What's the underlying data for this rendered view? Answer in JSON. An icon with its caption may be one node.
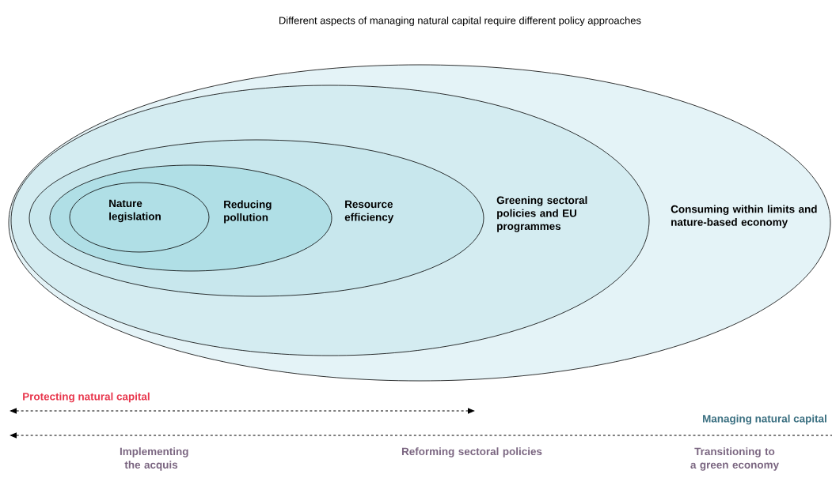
{
  "diagram": {
    "title": "Different aspects of managing natural capital require different policy approaches",
    "nodes": [
      {
        "text": [
          "Consuming within limits and nature-based economy"
        ]
      },
      {
        "text": [
          "Greening sectoral policies and EU programmes"
        ],
        "in": 0
      },
      {
        "text": [
          "Resource efficiency"
        ],
        "in": 1
      },
      {
        "text": [
          "Reducing pollution"
        ],
        "in": 2
      },
      {
        "text": [
          "Nature legislation"
        ],
        "in": 3
      }
    ],
    "labels": [
      "Protecting natural capital",
      "Managing natural capital",
      "Implementing the acquis",
      "Reforming sectoral policies",
      "Transitioning to a green economy"
    ]
  }
}
